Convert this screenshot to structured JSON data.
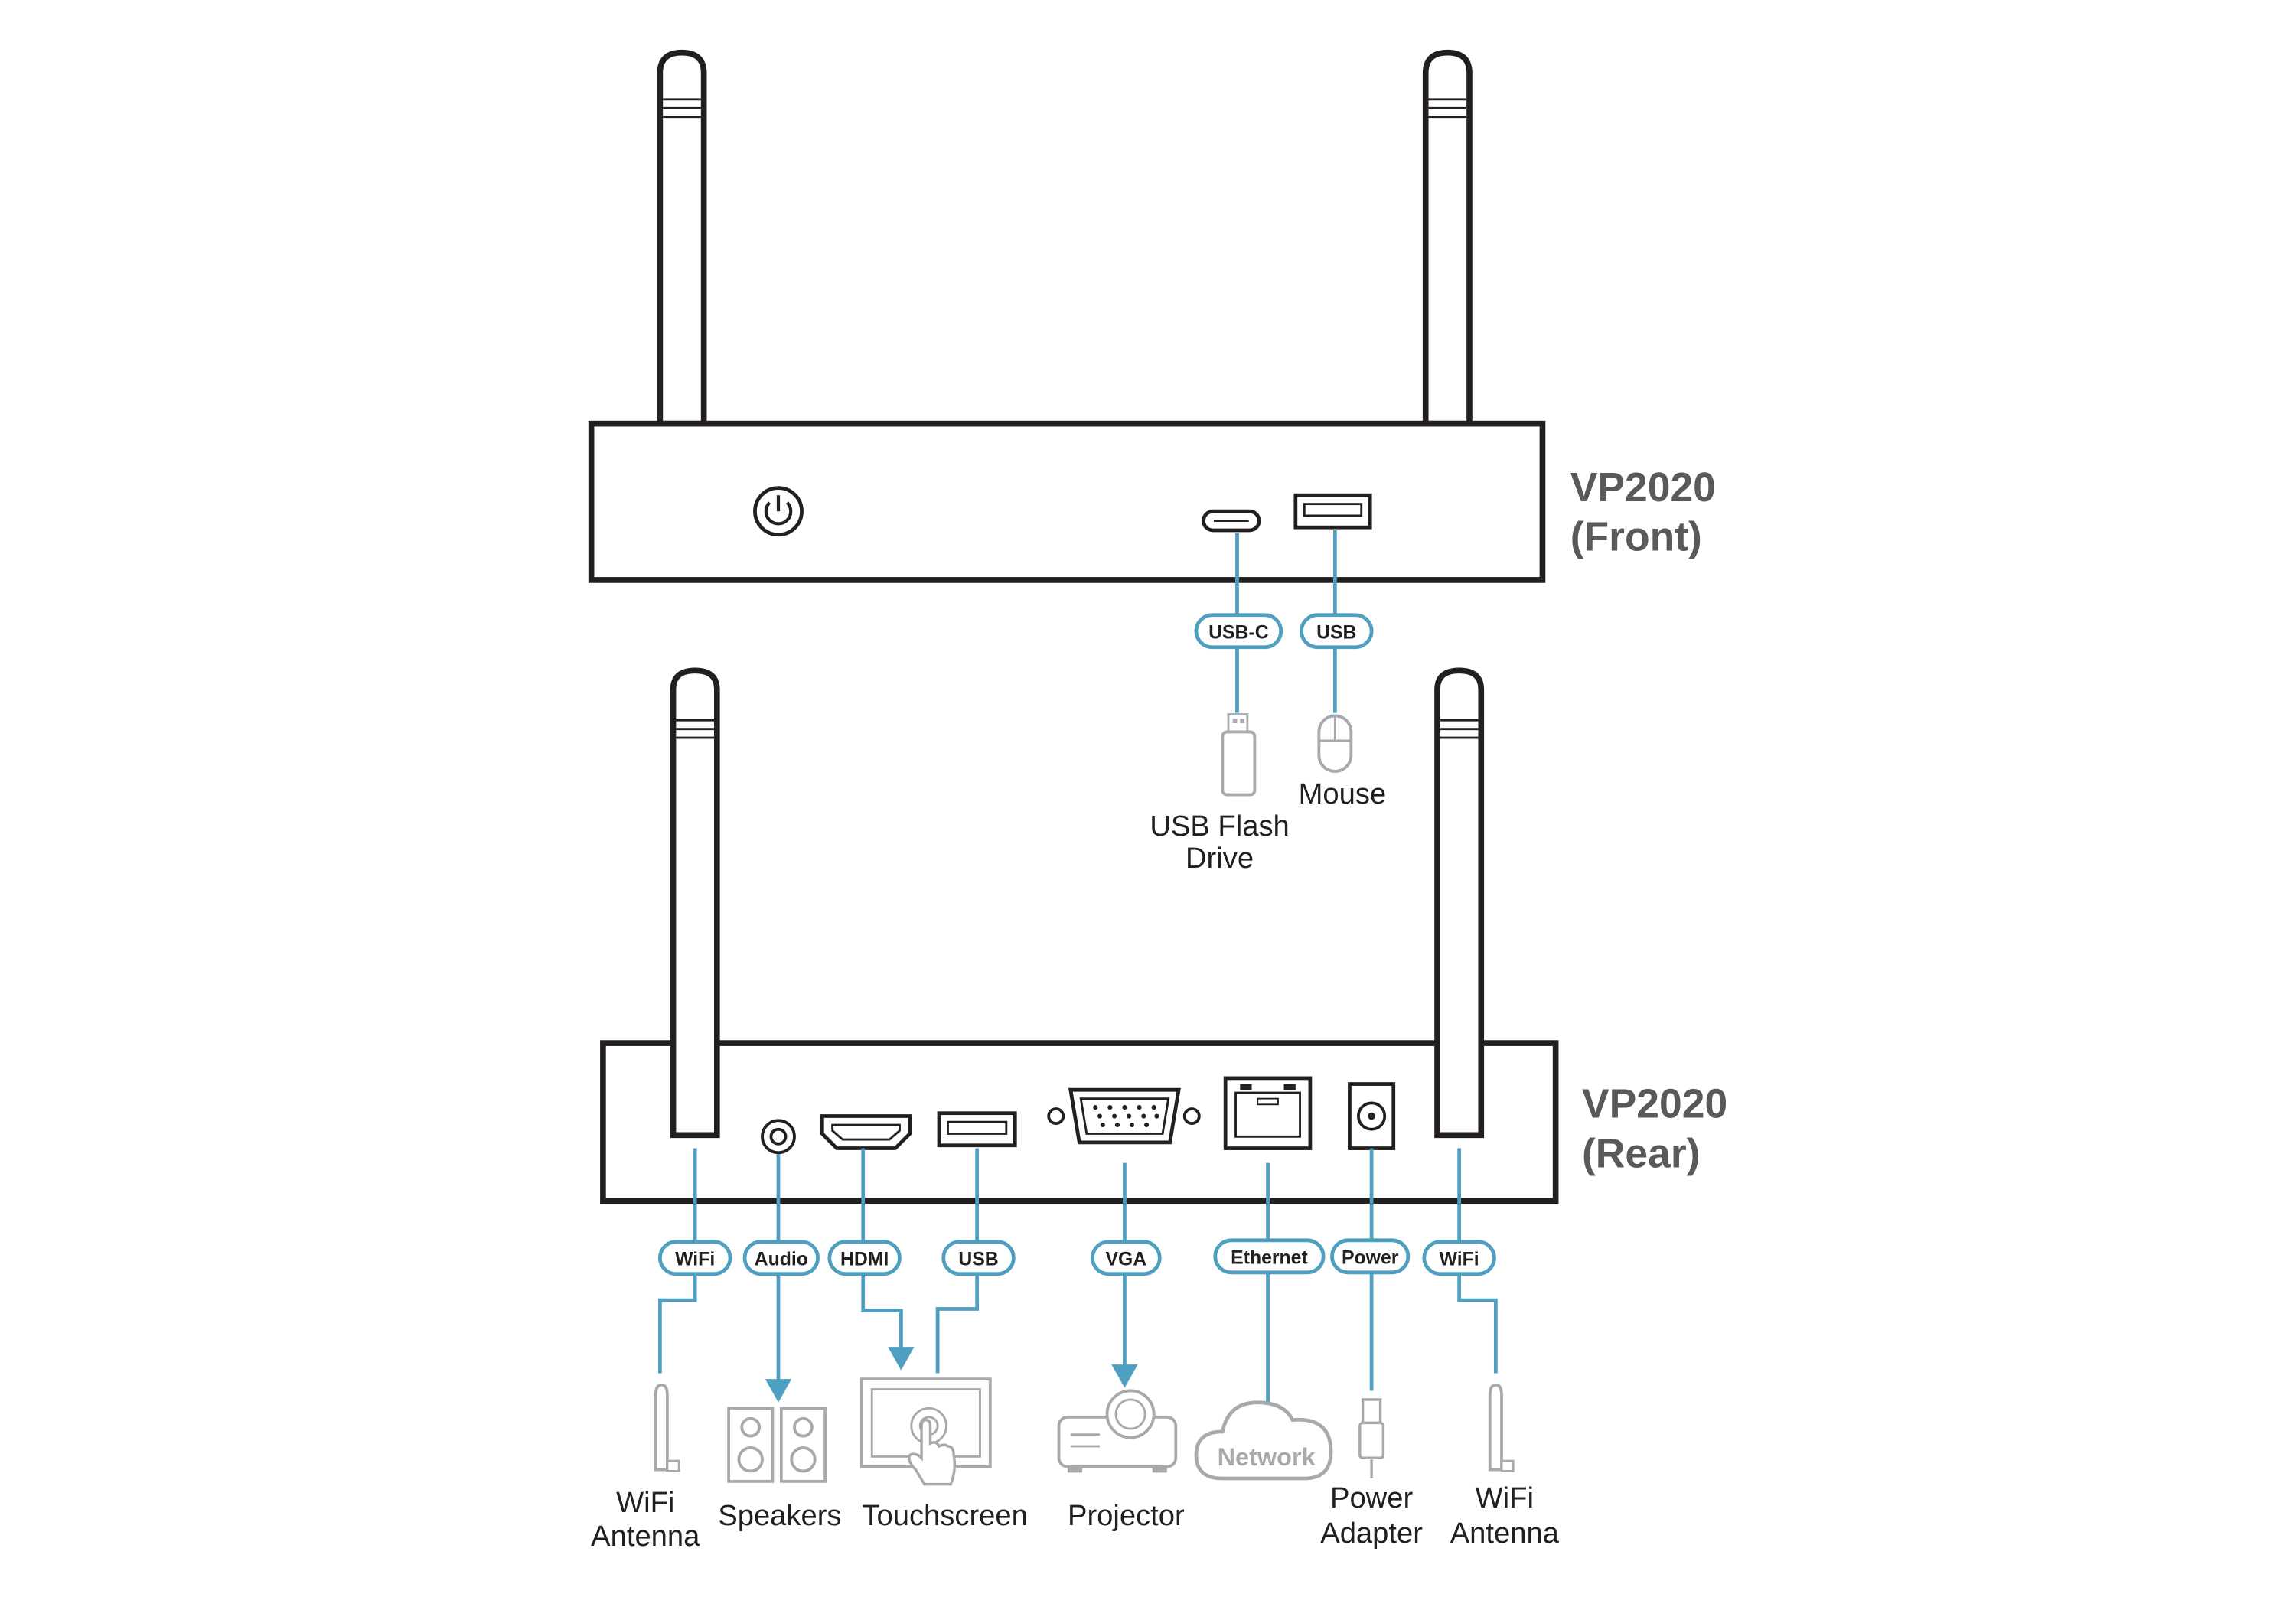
{
  "colors": {
    "accent": "#4f9fc1",
    "outline": "#231f20",
    "device_gray": "#a7a9ac",
    "model_gray": "#58595b"
  },
  "front": {
    "model": "VP2020",
    "side": "(Front)",
    "ports": {
      "usbc": "USB-C",
      "usb": "USB"
    },
    "devices": {
      "flash_line1": "USB Flash",
      "flash_line2": "Drive",
      "mouse": "Mouse"
    }
  },
  "rear": {
    "model": "VP2020",
    "side": "(Rear)",
    "ports": {
      "wifi_left": "WiFi",
      "audio": "Audio",
      "hdmi": "HDMI",
      "usb": "USB",
      "vga": "VGA",
      "ethernet": "Ethernet",
      "power": "Power",
      "wifi_right": "WiFi"
    },
    "devices": {
      "wifi_left_line1": "WiFi",
      "wifi_left_line2": "Antenna",
      "speakers": "Speakers",
      "touchscreen": "Touchscreen",
      "projector": "Projector",
      "network": "Network",
      "power_line1": "Power",
      "power_line2": "Adapter",
      "wifi_right_line1": "WiFi",
      "wifi_right_line2": "Antenna"
    }
  },
  "icons": [
    "power-button-icon",
    "usb-c-port-icon",
    "usb-port-icon",
    "audio-jack-icon",
    "hdmi-port-icon",
    "vga-port-icon",
    "ethernet-port-icon",
    "dc-power-jack-icon",
    "antenna-icon",
    "usb-flash-drive-icon",
    "mouse-icon",
    "speakers-icon",
    "touchscreen-icon",
    "projector-icon",
    "network-cloud-icon",
    "power-adapter-icon"
  ]
}
